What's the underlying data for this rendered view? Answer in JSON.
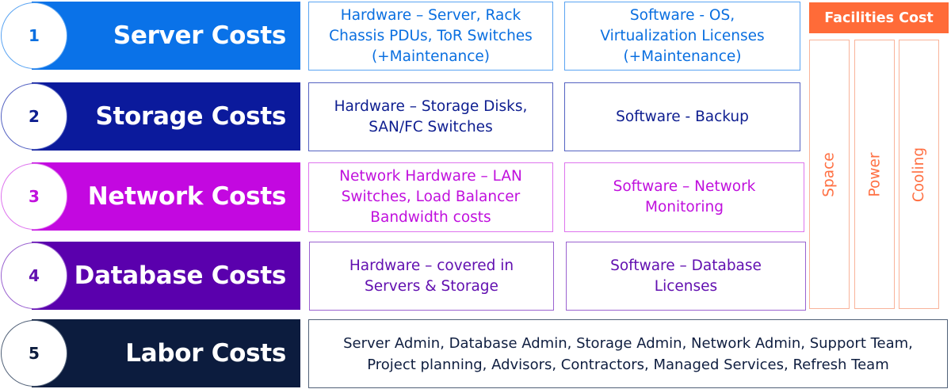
{
  "rows": [
    {
      "number": "1",
      "title": "Server Costs",
      "color": "#0a72e8",
      "text_color": "#0a6fe0",
      "border_color": "#5aa4f2",
      "hardware": "Hardware – Server, Rack\nChassis PDUs, ToR Switches\n(+Maintenance)",
      "software": "Software - OS,\nVirtualization Licenses\n(+Maintenance)"
    },
    {
      "number": "2",
      "title": "Storage Costs",
      "color": "#0b1a9c",
      "text_color": "#0e1e90",
      "border_color": "#5462c2",
      "hardware": "Hardware – Storage Disks,\nSAN/FC Switches",
      "software": "Software - Backup"
    },
    {
      "number": "3",
      "title": "Network Costs",
      "color": "#c308e0",
      "text_color": "#c010dd",
      "border_color": "#de74ee",
      "hardware": "Network Hardware – LAN\nSwitches, Load Balancer\nBandwidth costs",
      "software": "Software – Network\nMonitoring"
    },
    {
      "number": "4",
      "title": "Database Costs",
      "color": "#5a00ad",
      "text_color": "#6210b0",
      "border_color": "#9a62d0",
      "hardware": "Hardware – covered in\nServers & Storage",
      "software": "Software – Database\nLicenses"
    },
    {
      "number": "5",
      "title": "Labor Costs",
      "color": "#0c1c3e",
      "text_color": "#0c1c3e",
      "border_color": "#516178",
      "description": "Server Admin, Database Admin, Storage Admin, Network Admin, Support Team,\nProject planning, Advisors, Contractors, Managed Services, Refresh Team"
    }
  ],
  "facilities": {
    "title": "Facilities Cost",
    "color": "#ff6b38",
    "columns": [
      "Space",
      "Power",
      "Cooling"
    ]
  }
}
